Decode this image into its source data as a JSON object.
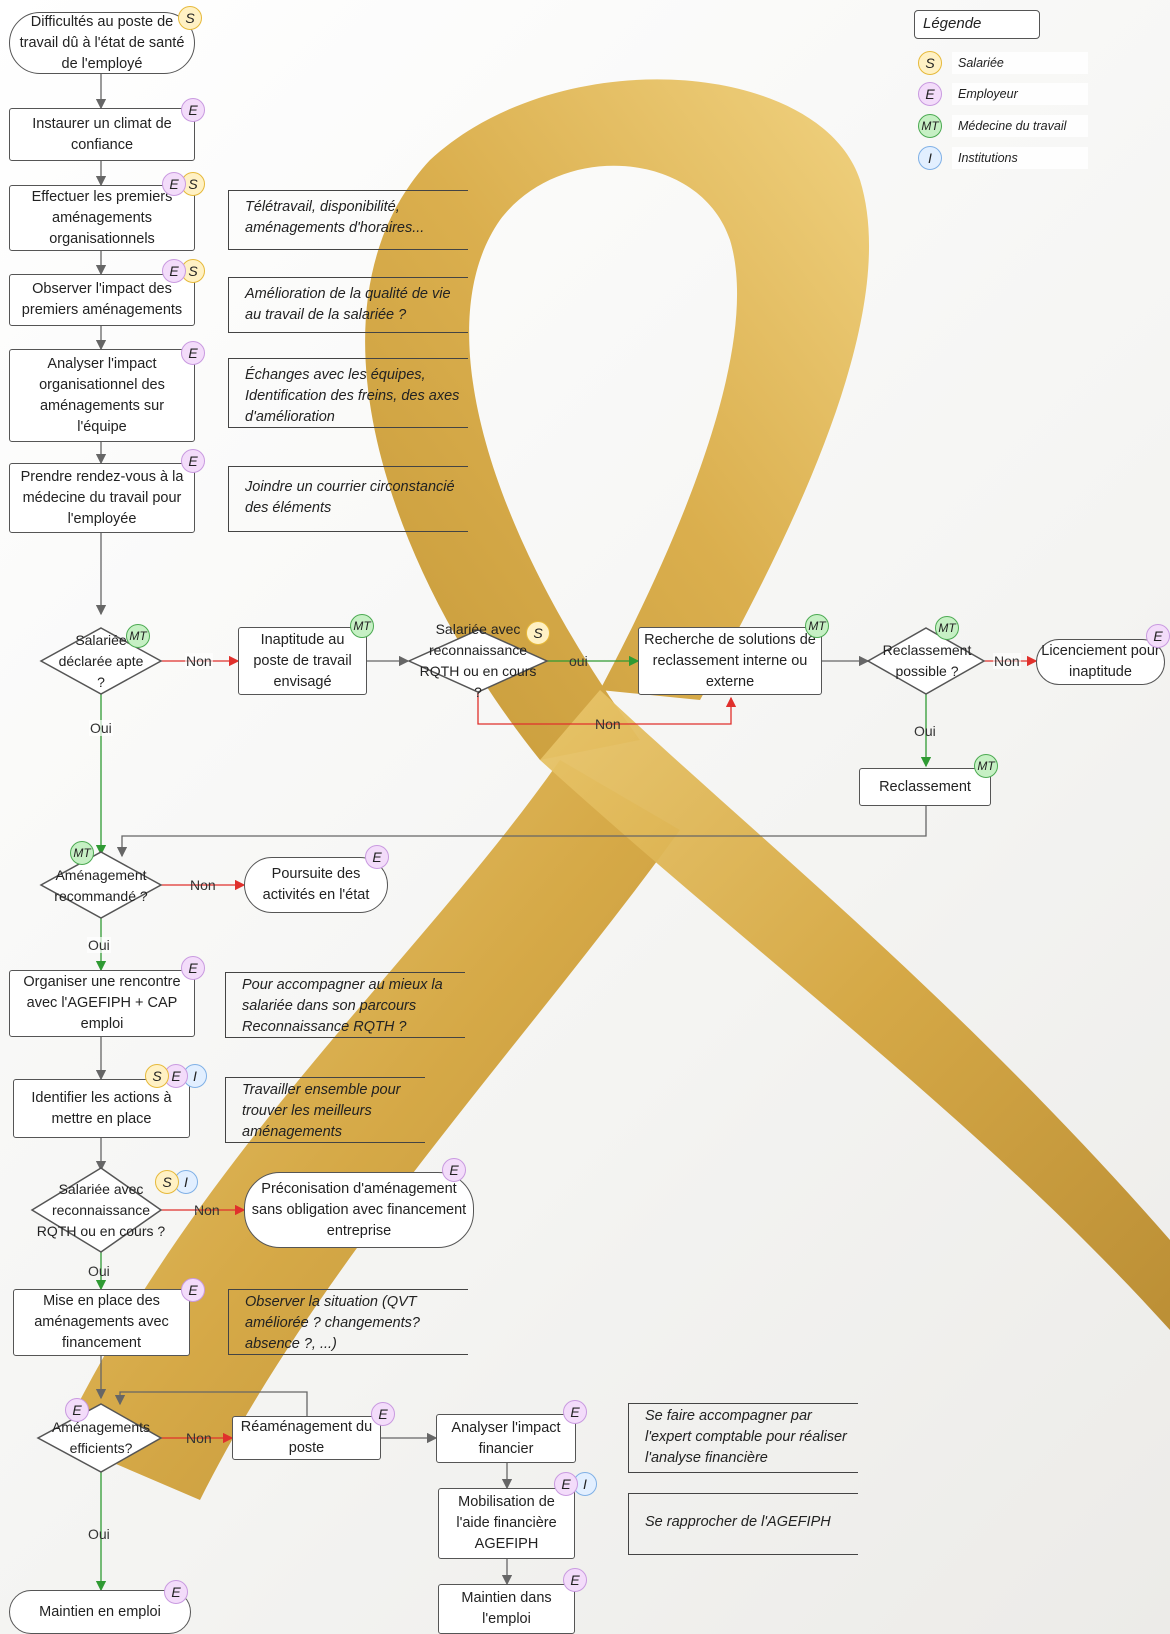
{
  "colors": {
    "S": {
      "bg": "#fff1c4",
      "border": "#e6b93a"
    },
    "E": {
      "bg": "#f3dcfa",
      "border": "#c99ae0"
    },
    "MT": {
      "bg": "#c6f0c4",
      "border": "#4caa52"
    },
    "I": {
      "bg": "#e2efff",
      "border": "#7fb0e6"
    },
    "edge_neutral": "#666666",
    "edge_no": "#e0302c",
    "edge_yes": "#2f9a33",
    "ribbon": "#d4a53e"
  },
  "legend": {
    "title": "Légende",
    "items": [
      {
        "code": "S",
        "label": "Salariée"
      },
      {
        "code": "E",
        "label": "Employeur"
      },
      {
        "code": "MT",
        "label": "Médecine du travail"
      },
      {
        "code": "I",
        "label": "Institutions"
      }
    ]
  },
  "nodes": {
    "n1": "Difficultés au poste de travail dû à l'état de santé de l'employé",
    "n2": "Instaurer un climat de confiance",
    "n3": "Effectuer les premiers aménagements organisationnels",
    "n4": "Observer l'impact des premiers aménagements",
    "n5": "Analyser l'impact organisationnel des aménagements sur l'équipe",
    "n6": "Prendre rendez-vous à la médecine du travail pour l'employée",
    "d1": "Salariée déclarée apte ?",
    "n7": "Inaptitude au poste de travail envisagé",
    "d2": "Salariée avec reconnaissance RQTH ou en cours ?",
    "n8": "Recherche de solutions de reclassement interne ou externe",
    "d3": "Reclassement possible ?",
    "n9": "Licenciement pour inaptitude",
    "n10": "Reclassement",
    "d4": "Aménagement recommandé ?",
    "n11": "Poursuite des activités en l'état",
    "n12": "Organiser une rencontre avec l'AGEFIPH + CAP emploi",
    "n13": "Identifier les actions à mettre en place",
    "d5": "Salariée avec reconnaissance RQTH ou en cours ?",
    "n14": "Préconisation d'aménagement sans obligation avec financement entreprise",
    "n15": "Mise en place des aménagements avec financement",
    "d6": "Aménagements efficients?",
    "n16": "Réaménagement du poste",
    "n17": "Analyser l'impact financier",
    "n18": "Mobilisation de l'aide financière AGEFIPH",
    "n19": "Maintien dans l'emploi",
    "n20": "Maintien en emploi"
  },
  "notes": {
    "note1": "Télétravail, disponibilité, aménagements d'horaires...",
    "note2": "Amélioration de la qualité de vie au travail de la salariée ?",
    "note3": "Échanges avec les équipes, Identification des freins, des axes d'amélioration",
    "note4": "Joindre un courrier circonstancié des éléments",
    "note5": "Pour accompagner au mieux la salariée dans son parcours Reconnaissance RQTH ?",
    "note6": "Travailler ensemble pour trouver les meilleurs aménagements",
    "note7": "Observer la situation (QVT améliorée ? changements? absence ?, ...)",
    "note8": "Se faire accompagner par l'expert comptable pour réaliser l'analyse financière",
    "note9": "Se rapprocher de l'AGEFIPH"
  },
  "edges": {
    "non": "Non",
    "oui": "Oui",
    "oui_lower": "oui"
  },
  "badges": {
    "n1": [
      "S"
    ],
    "n2": [
      "E"
    ],
    "n3": [
      "E",
      "S"
    ],
    "n4": [
      "E",
      "S"
    ],
    "n5": [
      "E"
    ],
    "n6": [
      "E"
    ],
    "d1": [
      "MT"
    ],
    "n7": [
      "MT"
    ],
    "d2": [
      "S"
    ],
    "n8": [
      "MT"
    ],
    "d3": [
      "MT"
    ],
    "n9": [
      "E"
    ],
    "n10": [
      "MT"
    ],
    "d4": [
      "MT"
    ],
    "n11": [
      "E"
    ],
    "n12": [
      "E"
    ],
    "n13": [
      "S",
      "E",
      "I"
    ],
    "d5": [
      "S",
      "I"
    ],
    "n14": [
      "E"
    ],
    "n15": [
      "E"
    ],
    "d6": [
      "E"
    ],
    "n16": [
      "E"
    ],
    "n17": [
      "E"
    ],
    "n18": [
      "E",
      "I"
    ],
    "n19": [
      "E"
    ],
    "n20": [
      "E"
    ]
  }
}
